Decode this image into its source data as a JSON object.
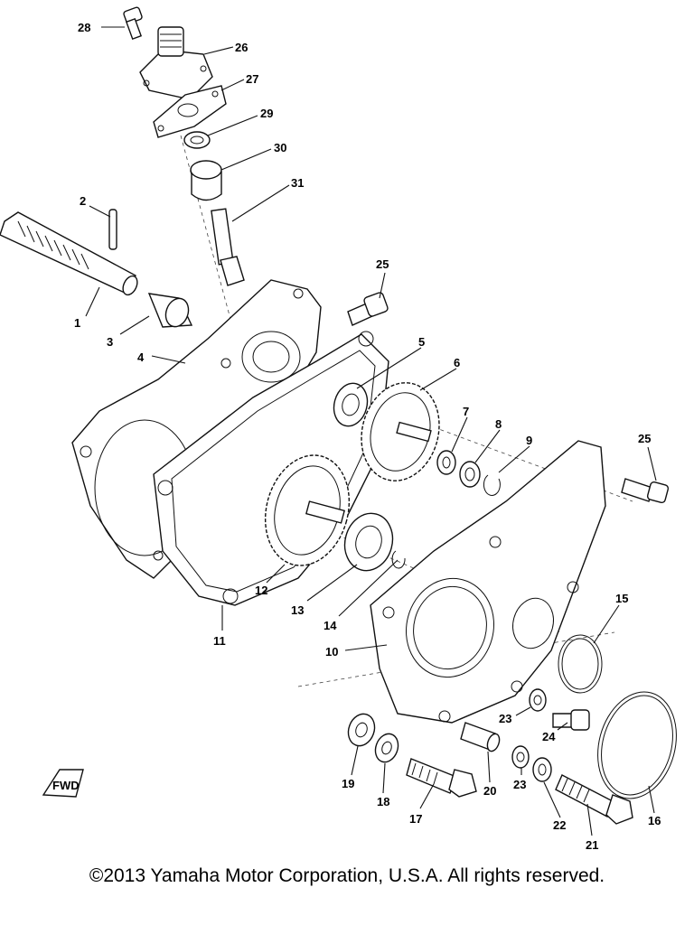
{
  "callouts": [
    {
      "id": "28",
      "label": "28"
    },
    {
      "id": "26",
      "label": "26"
    },
    {
      "id": "27",
      "label": "27"
    },
    {
      "id": "29",
      "label": "29"
    },
    {
      "id": "30",
      "label": "30"
    },
    {
      "id": "31",
      "label": "31"
    },
    {
      "id": "2",
      "label": "2"
    },
    {
      "id": "1",
      "label": "1"
    },
    {
      "id": "3",
      "label": "3"
    },
    {
      "id": "4",
      "label": "4"
    },
    {
      "id": "25a",
      "label": "25"
    },
    {
      "id": "5",
      "label": "5"
    },
    {
      "id": "6",
      "label": "6"
    },
    {
      "id": "7",
      "label": "7"
    },
    {
      "id": "8",
      "label": "8"
    },
    {
      "id": "9",
      "label": "9"
    },
    {
      "id": "25b",
      "label": "25"
    },
    {
      "id": "12",
      "label": "12"
    },
    {
      "id": "13",
      "label": "13"
    },
    {
      "id": "14",
      "label": "14"
    },
    {
      "id": "11",
      "label": "11"
    },
    {
      "id": "10",
      "label": "10"
    },
    {
      "id": "15",
      "label": "15"
    },
    {
      "id": "23a",
      "label": "23"
    },
    {
      "id": "24",
      "label": "24"
    },
    {
      "id": "19",
      "label": "19"
    },
    {
      "id": "18",
      "label": "18"
    },
    {
      "id": "17",
      "label": "17"
    },
    {
      "id": "20",
      "label": "20"
    },
    {
      "id": "23b",
      "label": "23"
    },
    {
      "id": "22",
      "label": "22"
    },
    {
      "id": "21",
      "label": "21"
    },
    {
      "id": "16",
      "label": "16"
    }
  ],
  "fwd_label": "FWD",
  "copyright": "©2013 Yamaha Motor Corporation, U.S.A. All rights reserved."
}
